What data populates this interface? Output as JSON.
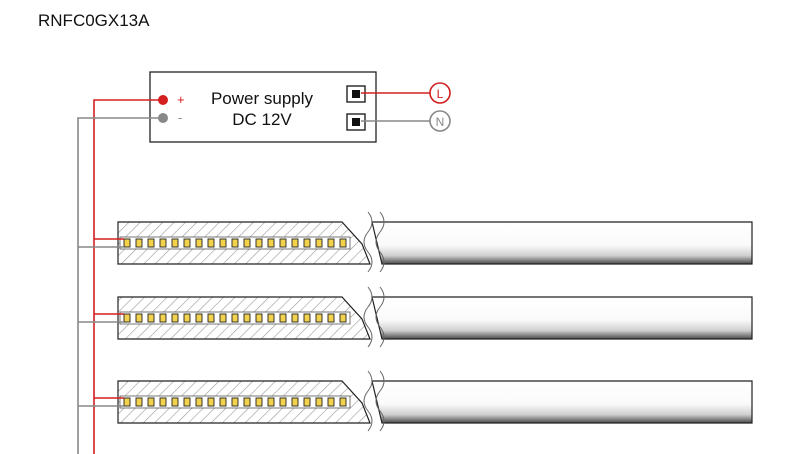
{
  "title": "RNFC0GX13A",
  "power_supply": {
    "label_line1": "Power supply",
    "label_line2": "DC 12V",
    "plus_sign": "+",
    "minus_sign": "-"
  },
  "mains": {
    "live": "L",
    "neutral": "N"
  },
  "strips": [
    {
      "id": 1
    },
    {
      "id": 2
    },
    {
      "id": 3
    }
  ],
  "colors": {
    "positive_wire": "#d42020",
    "negative_wire": "#888888",
    "outline": "#222222",
    "led_chip": "#f2d24a"
  }
}
